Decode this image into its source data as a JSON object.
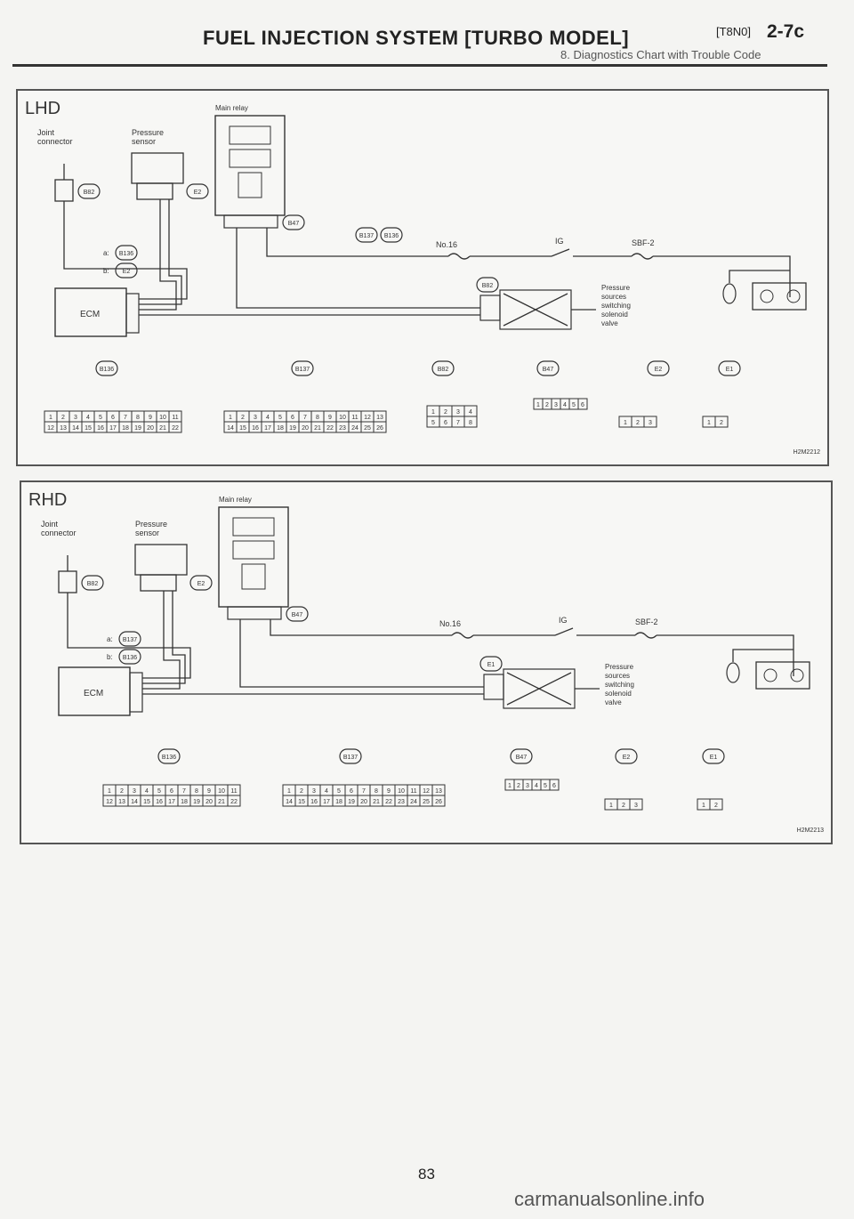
{
  "header": {
    "title": "FUEL INJECTION SYSTEM [TURBO MODEL]",
    "section_code": "[T8N0]",
    "page_ref": "2-7c",
    "subtitle": "8. Diagnostics Chart with Trouble Code"
  },
  "panels": [
    {
      "id": "lhd",
      "label": "LHD",
      "figure_id": "H2M2212",
      "labels": {
        "joint_connector": [
          "Joint",
          "connector"
        ],
        "pressure_sensor": [
          "Pressure",
          "sensor"
        ],
        "main_relay": "Main relay",
        "ecm": "ECM",
        "fuse": "No.16",
        "ig": "IG",
        "sbf": "SBF-2",
        "solenoid": [
          "Pressure",
          "sources",
          "switching",
          "solenoid",
          "valve"
        ],
        "wire_a": "a:",
        "wire_b": "b:"
      },
      "connector_tags": [
        "B82",
        "E2",
        "B47",
        "B136",
        "E2",
        "B82",
        "B137",
        "B136",
        "E1"
      ],
      "bottom_tags": [
        "B136",
        "B137",
        "B82",
        "B47",
        "E2",
        "E1"
      ],
      "pin_rows": [
        [
          "1",
          "2",
          "3",
          "4",
          "5",
          "6",
          "7",
          "8",
          "9",
          "10",
          "11"
        ],
        [
          "12",
          "13",
          "14",
          "15",
          "16",
          "17",
          "18",
          "19",
          "20",
          "21",
          "22"
        ],
        [
          "1",
          "2",
          "3",
          "4",
          "5",
          "6",
          "7",
          "8",
          "9",
          "10",
          "11",
          "12",
          "13"
        ],
        [
          "14",
          "15",
          "16",
          "17",
          "18",
          "19",
          "20",
          "21",
          "22",
          "23",
          "24",
          "25",
          "26"
        ],
        [
          "1",
          "2",
          "3",
          "4"
        ],
        [
          "5",
          "6",
          "7",
          "8"
        ],
        [
          "1",
          "2",
          "3",
          "4",
          "5",
          "6"
        ],
        [
          "1",
          "2",
          "3"
        ],
        [
          "1",
          "2"
        ]
      ]
    },
    {
      "id": "rhd",
      "label": "RHD",
      "figure_id": "H2M2213",
      "labels": {
        "joint_connector": [
          "Joint",
          "connector"
        ],
        "pressure_sensor": [
          "Pressure",
          "sensor"
        ],
        "main_relay": "Main relay",
        "ecm": "ECM",
        "fuse": "No.16",
        "ig": "IG",
        "sbf": "SBF-2",
        "solenoid": [
          "Pressure",
          "sources",
          "switching",
          "solenoid",
          "valve"
        ],
        "wire_a": "a:",
        "wire_b": "b:"
      },
      "connector_tags": [
        "B82",
        "E2",
        "B47",
        "B137",
        "B136",
        "E1"
      ],
      "bottom_tags": [
        "B136",
        "B137",
        "B47",
        "E2",
        "E1"
      ],
      "pin_rows": [
        [
          "1",
          "2",
          "3",
          "4",
          "5",
          "6",
          "7",
          "8",
          "9",
          "10",
          "11"
        ],
        [
          "12",
          "13",
          "14",
          "15",
          "16",
          "17",
          "18",
          "19",
          "20",
          "21",
          "22"
        ],
        [
          "1",
          "2",
          "3",
          "4",
          "5",
          "6",
          "7",
          "8",
          "9",
          "10",
          "11",
          "12",
          "13"
        ],
        [
          "14",
          "15",
          "16",
          "17",
          "18",
          "19",
          "20",
          "21",
          "22",
          "23",
          "24",
          "25",
          "26"
        ],
        [
          "1",
          "2",
          "3",
          "4",
          "5",
          "6"
        ],
        [
          "1",
          "2",
          "3"
        ],
        [
          "1",
          "2"
        ]
      ]
    }
  ],
  "footer": {
    "page_number": "83",
    "watermark": "carmanualsonline.info"
  }
}
